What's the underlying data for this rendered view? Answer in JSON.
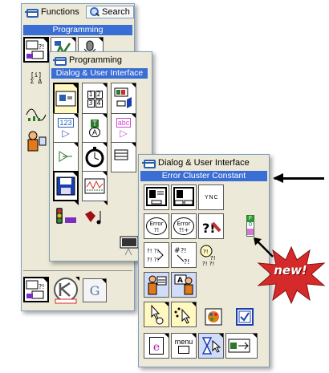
{
  "functions_palette": {
    "tabs": [
      {
        "label": "Functions",
        "icon": "pin-icon"
      },
      {
        "label": "Search",
        "icon": "search-icon"
      }
    ],
    "category": "Programming"
  },
  "programming_palette": {
    "title": "Programming",
    "category": "Dialog & User Interface"
  },
  "dialog_palette": {
    "title": "Dialog & User Interface",
    "selected_item": "Error Cluster Constant",
    "glyphs": {
      "error": "Error",
      "error_q": "?!",
      "error_plus": "?!+",
      "ync": "Y N C",
      "tf": "T F",
      "menu": "menu",
      "e": "e"
    }
  },
  "programming_glyphs": {
    "numbers": [
      "1",
      "2",
      "3",
      "4"
    ],
    "indicator_123": "123",
    "string_abc": "abc",
    "bool_t": "T",
    "cluster_a": "A"
  },
  "error_cluster_constant": {
    "letters": [
      "F",
      "0"
    ]
  },
  "callout": {
    "text": "new!"
  },
  "colors": {
    "header_blue": "#3a6ed4",
    "palette_bg": "#ece9d8",
    "burst_red": "#d42a2a"
  }
}
